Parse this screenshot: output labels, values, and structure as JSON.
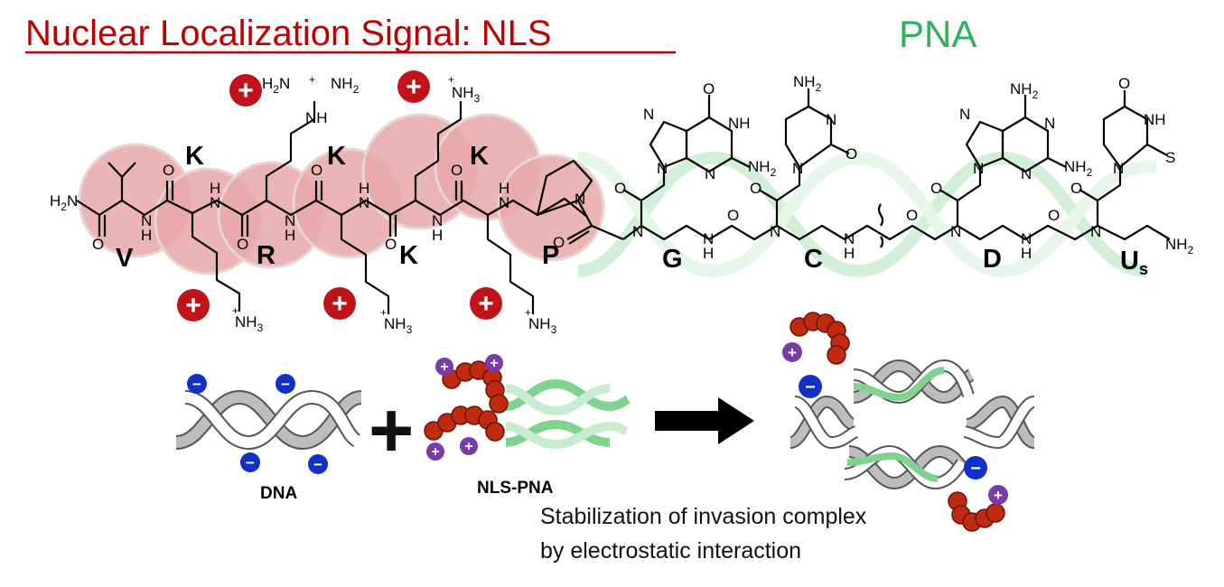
{
  "title_nls": "Nuclear Localization Signal: NLS",
  "title_pna": "PNA",
  "peptide_residues": [
    {
      "letter": "V"
    },
    {
      "letter": "K"
    },
    {
      "letter": "R"
    },
    {
      "letter": "K"
    },
    {
      "letter": "K"
    },
    {
      "letter": "K"
    },
    {
      "letter": "P"
    }
  ],
  "pna_bases": [
    "G",
    "C",
    "D",
    "U"
  ],
  "pna_base_subscript": "s",
  "atoms": {
    "h2n": "H",
    "h2n_sub": "2",
    "h2n_n": "N",
    "nh": "NH",
    "n": "N",
    "o": "O",
    "nh2": "NH",
    "nh2_sub": "2",
    "nh3": "NH",
    "nh3_sub": "3",
    "plus_small": "+",
    "h": "H",
    "s": "S"
  },
  "charge_symbols": {
    "positive": "+",
    "negative": "−"
  },
  "scheme": {
    "dna_label": "DNA",
    "nls_pna_label": "NLS-PNA",
    "plus_sign": "+",
    "caption_line1": "Stabilization of invasion complex",
    "caption_line2": "by electrostatic interaction"
  },
  "colors": {
    "nls_red": "#c00000",
    "pna_green": "#2db35b",
    "residue_circle": "#e8a8a8",
    "charge_red": "#c0141a",
    "charge_purple": "#7a3aa8",
    "charge_blue": "#1030c8",
    "bead_red": "#c02a10",
    "helix_green": "#7fd38f",
    "helix_gray": "#a8a8a8"
  }
}
